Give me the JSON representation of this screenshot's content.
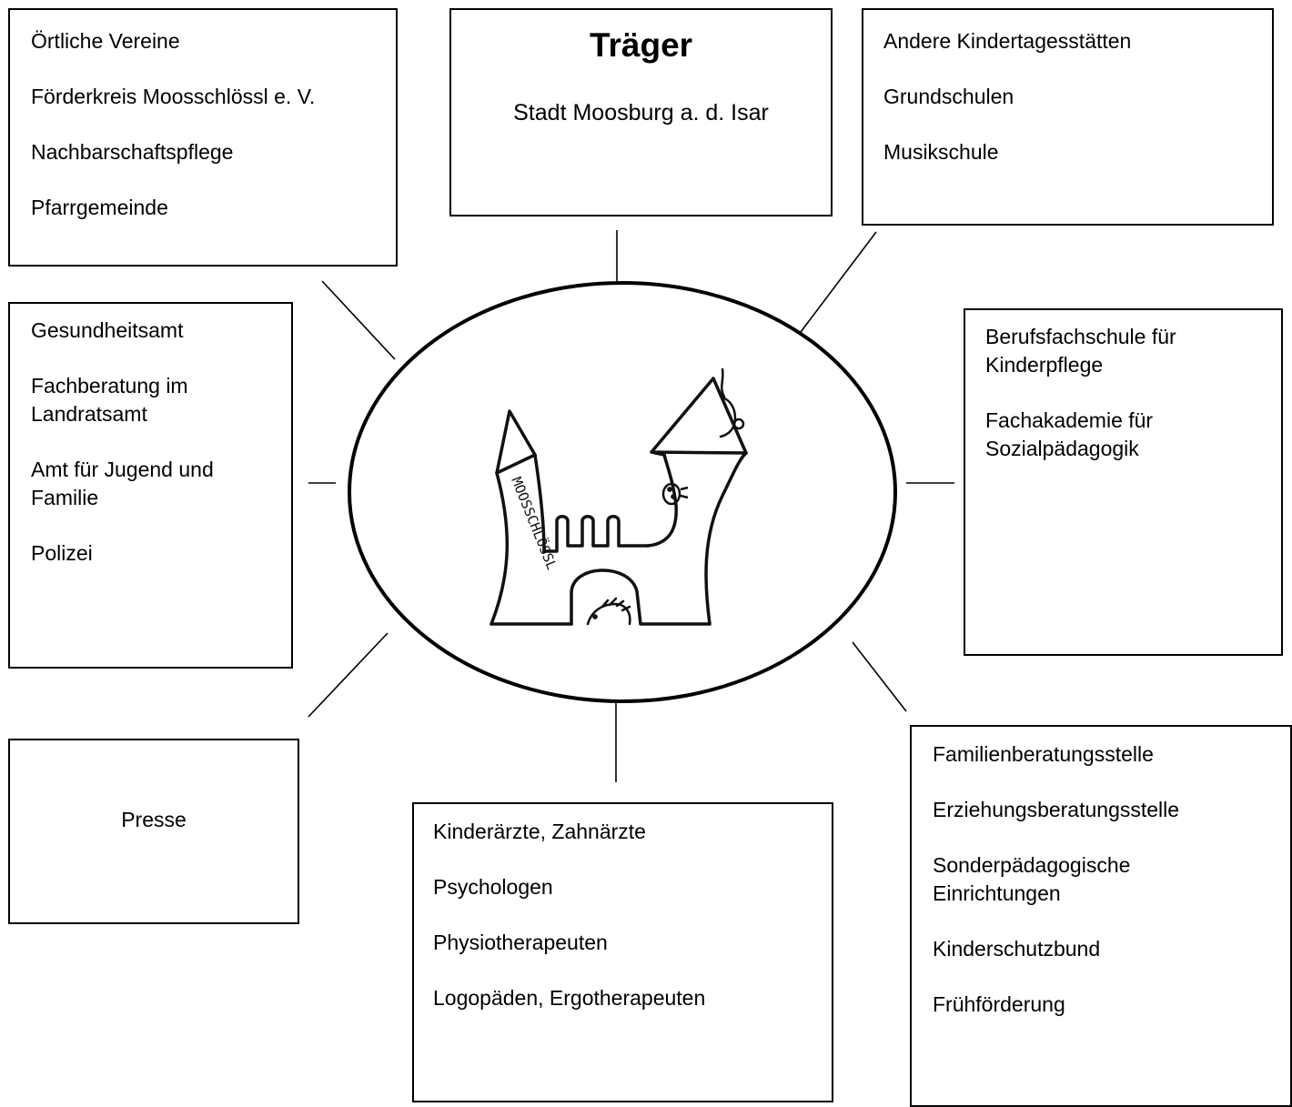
{
  "center": {
    "logo_text": "MOOSSCHLÖSSL",
    "icons": [
      "castle-logo",
      "mouse-icon",
      "ladybug-icon",
      "hedgehog-icon"
    ]
  },
  "top_center": {
    "title": "Träger",
    "subtitle": "Stadt Moosburg a. d. Isar"
  },
  "top_left": {
    "items": [
      "Örtliche Vereine",
      "Förderkreis Moosschlössl e. V.",
      "Nachbarschaftspflege",
      "Pfarrgemeinde"
    ]
  },
  "top_right": {
    "items": [
      "Andere Kindertagesstätten",
      "Grundschulen",
      "Musikschule"
    ]
  },
  "middle_left": {
    "items": [
      "Gesundheitsamt",
      "Fachberatung im Landratsamt",
      "Amt für Jugend und Familie",
      "Polizei"
    ]
  },
  "middle_right": {
    "items": [
      "Berufsfachschule für Kinderpflege",
      "Fachakademie für Sozialpädagogik"
    ]
  },
  "bottom_left": {
    "label": "Presse"
  },
  "bottom_center": {
    "items": [
      "Kinderärzte, Zahnärzte",
      "Psychologen",
      "Physiotherapeuten",
      "Logopäden, Ergotherapeuten"
    ]
  },
  "bottom_right": {
    "items": [
      "Familienberatungsstelle",
      "Erziehungsberatungsstelle",
      "Sonderpädagogische Einrichtungen",
      "Kinderschutzbund",
      "Frühförderung"
    ]
  },
  "colors": {
    "line": "#000000",
    "background": "#ffffff"
  }
}
